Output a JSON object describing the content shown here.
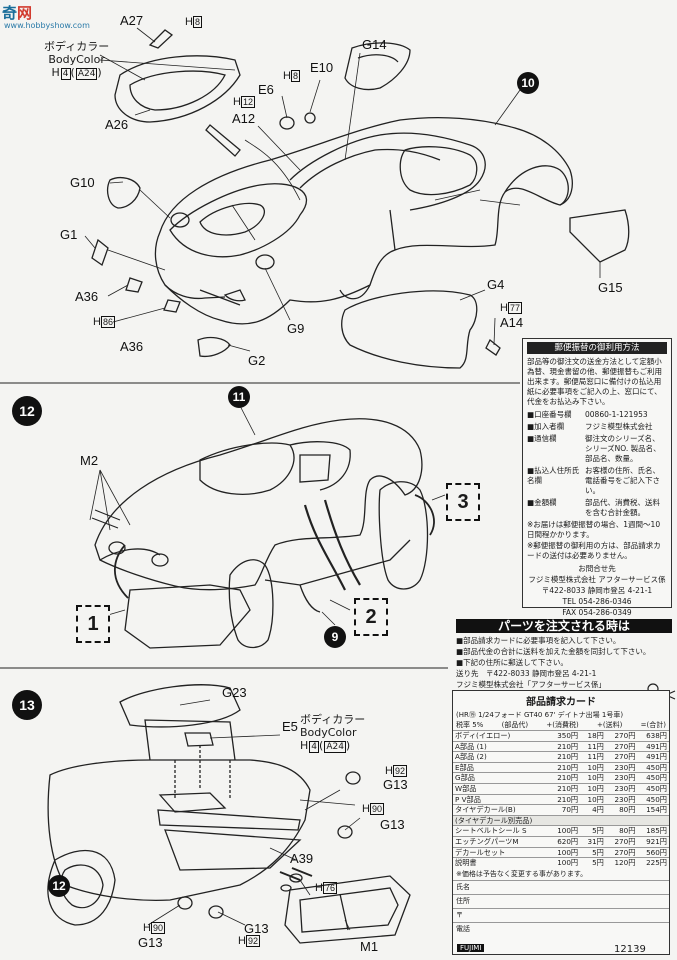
{
  "watermark": {
    "cn": "奇",
    "cn2": "网",
    "url": "www.hobbyshow.com"
  },
  "steps": {
    "s11": "11",
    "s10": "10",
    "s12": "12",
    "s13": "13",
    "c12": "12",
    "c9": "9"
  },
  "views": {
    "v1": "1",
    "v2": "2",
    "v3": "3"
  },
  "parts": {
    "A27": "A27",
    "A26": "A26",
    "G14": "G14",
    "E10": "E10",
    "E6": "E6",
    "A12": "A12",
    "G10": "G10",
    "G1": "G1",
    "A36a": "A36",
    "A36b": "A36",
    "G2": "G2",
    "G9": "G9",
    "G4": "G4",
    "A14": "A14",
    "G15": "G15",
    "M2": "M2",
    "G23": "G23",
    "E5": "E5",
    "G13a": "G13",
    "G13b": "G13",
    "G13c": "G13",
    "G13d": "G13",
    "A39": "A39",
    "M1": "M1"
  },
  "hnums": {
    "h8a": "8",
    "h8b": "8",
    "h12": "12",
    "h86": "86",
    "h77": "77",
    "h92a": "92",
    "h90a": "90",
    "h76": "76",
    "h90b": "90",
    "h92b": "92"
  },
  "bodycolor": {
    "jp": "ボディカラー",
    "en": "BodyColor",
    "h": "H",
    "c1": "4",
    "c2": "A24"
  },
  "panel": {
    "title": "郵便振替の御利用方法",
    "intro": "部品等の御注文の送金方法として定額小為替、現金書留の他、郵便振替もご利用出来ます。郵便局窓口に備付けの払込用紙に必要事項をご記入の上、窓口にて、代金をお払込み下さい。",
    "rows": [
      {
        "k": "■口座番号欄",
        "v": "00860-1-121953"
      },
      {
        "k": "■加入者欄",
        "v": "フジミ模型株式会社"
      },
      {
        "k": "■通信欄",
        "v": "御注文のシリーズ名、シリーズNO. 製品名、部品名、数量。"
      },
      {
        "k": "■払込人住所氏名欄",
        "v": "お客様の住所、氏名、電話番号をご記入下さい。"
      },
      {
        "k": "■金額欄",
        "v": "部品代、消費税、送料を含む合計金額。"
      }
    ],
    "note1": "※お届けは郵便振替の場合、1週間～10日間程かかります。",
    "note2": "※郵便振替の御利用の方は、部品請求カードの送付は必要ありません。",
    "contact_title": "お問合せ先",
    "company": "フジミ模型株式会社 アフターサービス係",
    "address": "〒422-8033 静岡市登呂 4-21-1",
    "tel": "TEL 054-286-0346",
    "fax": "FAX 054-286-0349"
  },
  "order": {
    "header": "パーツを注文される時は",
    "lines": [
      "■部品請求カードに必要事項を記入して下さい。",
      "■部品代金の合計に送料を加えた金額を同封して下さい。",
      "■下記の住所に郵送して下さい。"
    ],
    "send": "送り先　〒422-8033 静岡市登呂 4-21-1",
    "company": "フジミ模型株式会社「アフターサービス係」"
  },
  "card": {
    "title": "部品請求カード",
    "model": "(HR⑲ 1/24フォード GT40 67' デイトナ出場 1号車)",
    "cols": [
      "(部品代)",
      "+(消費税)",
      "+(送料)",
      "=(合計)"
    ],
    "tax": "税率 5%",
    "rows": [
      [
        "ボディ(イエロー)",
        "350円",
        "18円",
        "270円",
        "638円"
      ],
      [
        "A部品 (1)",
        "210円",
        "11円",
        "270円",
        "491円"
      ],
      [
        "A部品 (2)",
        "210円",
        "11円",
        "270円",
        "491円"
      ],
      [
        "E部品",
        "210円",
        "10円",
        "230円",
        "450円"
      ],
      [
        "G部品",
        "210円",
        "10円",
        "230円",
        "450円"
      ],
      [
        "W部品",
        "210円",
        "10円",
        "230円",
        "450円"
      ],
      [
        "P V部品",
        "210円",
        "10円",
        "230円",
        "450円"
      ],
      [
        "タイヤデカール(B)",
        "70円",
        "4円",
        "80円",
        "154円"
      ]
    ],
    "section": "(タイヤデカール別売品)",
    "rows2": [
      [
        "シートベルトシール S",
        "100円",
        "5円",
        "80円",
        "185円"
      ],
      [
        "エッチングパーツM",
        "620円",
        "31円",
        "270円",
        "921円"
      ],
      [
        "デカールセット",
        "100円",
        "5円",
        "270円",
        "560円"
      ],
      [
        "説明書",
        "100円",
        "5円",
        "120円",
        "225円"
      ]
    ],
    "footnote": "※価格は予告なく変更する事があります。",
    "fields": [
      "氏名",
      "住所",
      "〒",
      "電話"
    ],
    "code": "FUJIMI",
    "docnum": "12139"
  },
  "icons": {
    "car11": "car-body-top-view-icon",
    "car12": "car-body-side-view-icon",
    "car13": "car-rear-view-icon",
    "scissors": "scissors-icon"
  }
}
